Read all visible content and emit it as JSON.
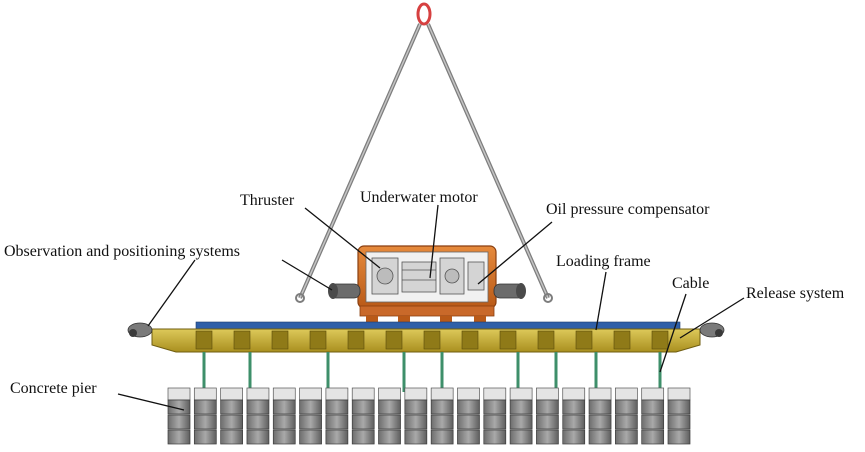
{
  "labels": {
    "thruster": "Thruster",
    "underwater_motor": "Underwater motor",
    "oil_pressure_compensator": "Oil pressure compensator",
    "observation_positioning": "Observation and positioning systems",
    "loading_frame": "Loading frame",
    "cable": "Cable",
    "release_system": "Release system",
    "concrete_pier": "Concrete pier"
  },
  "colors": {
    "hook": "#d64040",
    "sling": "#8c8c8c",
    "frame_yellow": "#c9b23a",
    "frame_blue": "#2f5fa8",
    "housing_orange": "#d9762b",
    "cable_green": "#3e8f6a",
    "pier_gray": "#8a8a8a"
  },
  "components": {
    "concrete_pier_count": 20,
    "cable_count": 9
  }
}
